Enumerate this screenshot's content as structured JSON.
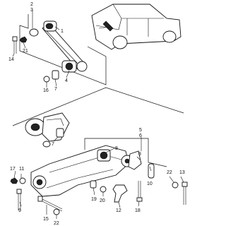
{
  "labels": {
    "p1": "1",
    "p2": "2",
    "p3": "3",
    "p4": "4",
    "p5": "5",
    "p6": "6",
    "p7": "7",
    "p8a": "8",
    "p8b": "8",
    "p9": "9",
    "p10": "10",
    "p11": "11",
    "p12": "12",
    "p13": "13",
    "p14": "14",
    "p15": "15",
    "p16": "16",
    "p17": "17",
    "p18": "18",
    "p19": "19",
    "p20": "20",
    "p21": "21",
    "p22a": "22",
    "p22b": "22"
  }
}
